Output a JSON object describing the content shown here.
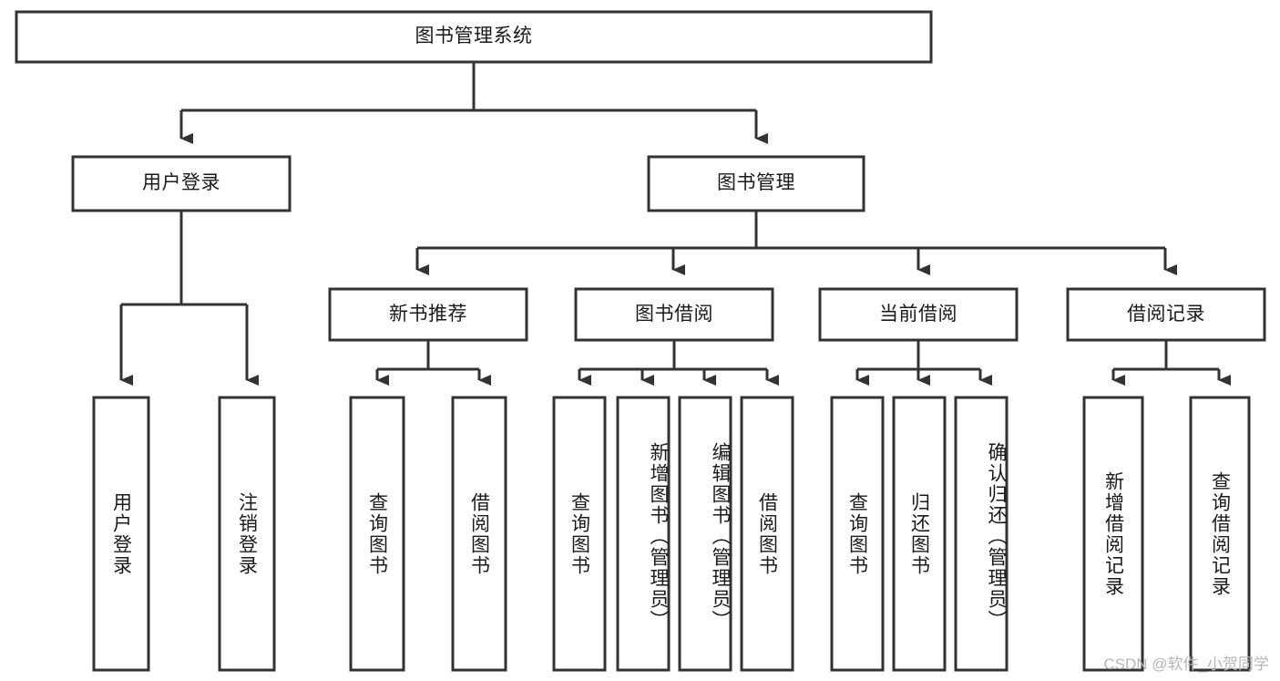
{
  "diagram": {
    "type": "tree-hierarchy-flowchart",
    "title": "图书管理系统",
    "watermark": "CSDN @软件_小贺同学",
    "colors": {
      "stroke": "#333333",
      "box_fill": "#ffffff",
      "text": "#1a1a1a",
      "background": "#ffffff",
      "watermark": "#b6b6b6"
    },
    "levels": {
      "level0": [
        {
          "id": "root",
          "label": "图书管理系统",
          "orientation": "horizontal"
        }
      ],
      "level1": [
        {
          "id": "user-login",
          "label": "用户登录",
          "orientation": "horizontal"
        },
        {
          "id": "book-management",
          "label": "图书管理",
          "orientation": "horizontal"
        }
      ],
      "level2": [
        {
          "id": "new-book-recommend",
          "label": "新书推荐",
          "orientation": "horizontal"
        },
        {
          "id": "book-borrow",
          "label": "图书借阅",
          "orientation": "horizontal"
        },
        {
          "id": "current-borrow",
          "label": "当前借阅",
          "orientation": "horizontal"
        },
        {
          "id": "borrow-record",
          "label": "借阅记录",
          "orientation": "horizontal"
        }
      ],
      "level3": [
        {
          "id": "leaf-user-login",
          "label": "用户登录",
          "orientation": "vertical",
          "parent": "user-login"
        },
        {
          "id": "leaf-logout",
          "label": "注销登录",
          "orientation": "vertical",
          "parent": "user-login"
        },
        {
          "id": "leaf-query-book-1",
          "label": "查询图书",
          "orientation": "vertical",
          "parent": "new-book-recommend"
        },
        {
          "id": "leaf-borrow-book-1",
          "label": "借阅图书",
          "orientation": "vertical",
          "parent": "new-book-recommend"
        },
        {
          "id": "leaf-query-book-2",
          "label": "查询图书",
          "orientation": "vertical",
          "parent": "book-borrow"
        },
        {
          "id": "leaf-add-book",
          "label": "新增图书（管理员）",
          "orientation": "vertical",
          "parent": "book-borrow"
        },
        {
          "id": "leaf-edit-book",
          "label": "编辑图书（管理员）",
          "orientation": "vertical",
          "parent": "book-borrow"
        },
        {
          "id": "leaf-borrow-book-2",
          "label": "借阅图书",
          "orientation": "vertical",
          "parent": "book-borrow"
        },
        {
          "id": "leaf-query-book-3",
          "label": "查询图书",
          "orientation": "vertical",
          "parent": "current-borrow"
        },
        {
          "id": "leaf-return-book",
          "label": "归还图书",
          "orientation": "vertical",
          "parent": "current-borrow"
        },
        {
          "id": "leaf-confirm-return",
          "label": "确认归还（管理员）",
          "orientation": "vertical",
          "parent": "current-borrow"
        },
        {
          "id": "leaf-add-record",
          "label": "新增借阅记录",
          "orientation": "vertical",
          "parent": "borrow-record"
        },
        {
          "id": "leaf-query-record",
          "label": "查询借阅记录",
          "orientation": "vertical",
          "parent": "borrow-record"
        }
      ]
    }
  }
}
